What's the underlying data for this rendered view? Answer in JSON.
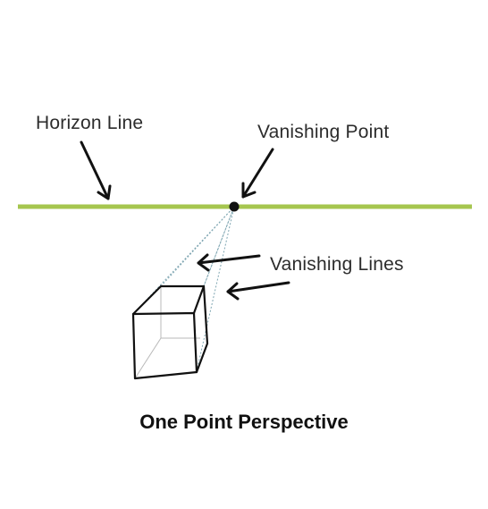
{
  "labels": {
    "horizon_line": "Horizon Line",
    "vanishing_point": "Vanishing Point",
    "vanishing_lines": "Vanishing Lines"
  },
  "title": "One Point Perspective",
  "colors": {
    "horizon": "#a6c64f",
    "vanishing_lines": "#7fa6b2",
    "ink": "#111111",
    "text": "#2c2c2c"
  }
}
